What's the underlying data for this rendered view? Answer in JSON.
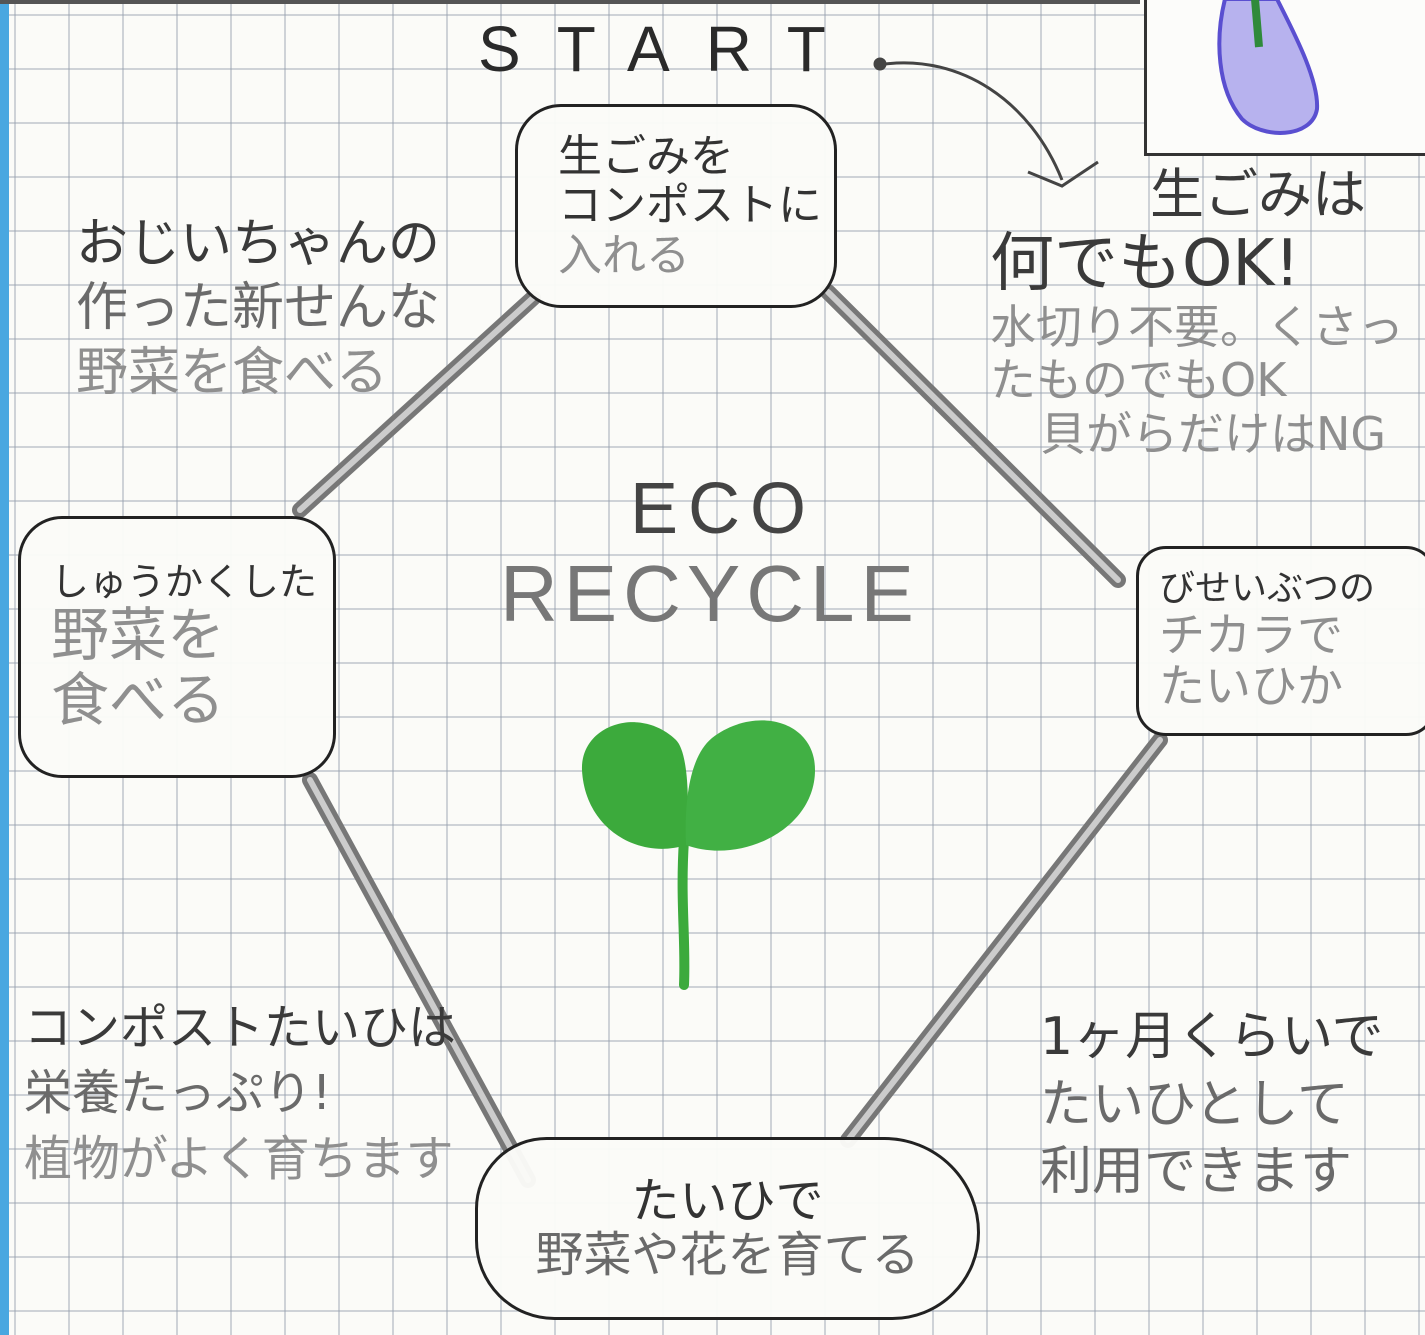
{
  "start": "START",
  "eco": {
    "line1": "ECO",
    "line2": "RECYCLE"
  },
  "nodes": {
    "compost": [
      "生ごみを",
      "コンポストに",
      "入れる"
    ],
    "microbes": [
      "びせいぶつの",
      "チカラで",
      "たいひか"
    ],
    "grow": [
      "たいひで",
      "野菜や花を育てる"
    ],
    "eat": [
      "しゅうかくした",
      "野菜を",
      "食べる"
    ]
  },
  "notes": {
    "grandpa": [
      "おじいちゃんの",
      "作った新せんな",
      "野菜を食べる"
    ],
    "food_waste": [
      "生ごみは",
      "何でもOK!",
      "水切り不要。くさっ",
      "たものでもOK",
      "貝がらだけはNG"
    ],
    "month": [
      "1ヶ月くらいで",
      "たいひとして",
      "利用できます"
    ],
    "nutrition": [
      "コンポストたいひは",
      "栄養たっぷり!",
      "植物がよく育ちます"
    ]
  },
  "colors": {
    "sprout": "#3caa3c",
    "grid": "#9aa3b0",
    "margin": "#49a7e0",
    "eggplant": "#6b5fd0"
  },
  "icons": [
    "sprout-icon",
    "eggplant-icon",
    "arrow-icon"
  ]
}
